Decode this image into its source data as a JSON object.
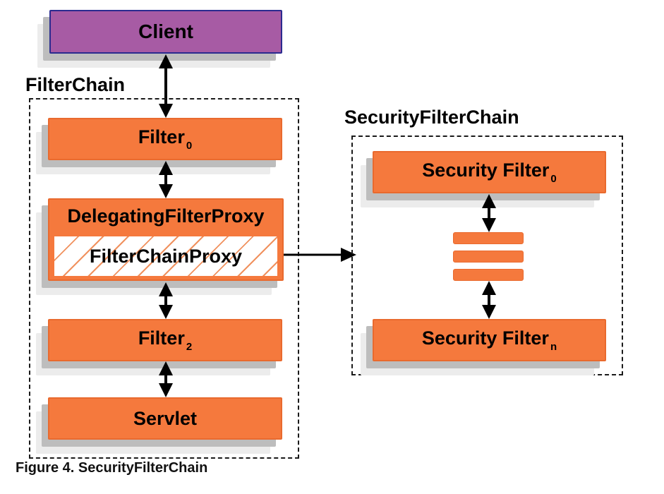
{
  "diagram": {
    "client_label": "Client",
    "filter_chain": {
      "title": "FilterChain",
      "filter0": {
        "base": "Filter",
        "sub": "0"
      },
      "delegating_filter_proxy_label": "DelegatingFilterProxy",
      "filter_chain_proxy_label": "FilterChainProxy",
      "filter2": {
        "base": "Filter",
        "sub": "2"
      },
      "servlet_label": "Servlet"
    },
    "security_filter_chain": {
      "title": "SecurityFilterChain",
      "filter0": {
        "base": "Security Filter",
        "sub": "0"
      },
      "filtern": {
        "base": "Security Filter",
        "sub": "n"
      },
      "stack_bar_count": 3
    },
    "caption": "Figure 4. SecurityFilterChain",
    "colors": {
      "box_orange": "#f5793d",
      "box_orange_border": "#e96a2e",
      "hatch_line_orange": "#f0915e",
      "client_purple": "#a75ba4",
      "client_border_navy": "#2b2b8f",
      "shadow_gray": "#bdbdbd",
      "shadow_light_gray": "#ececec",
      "arrow_black": "#000000",
      "dashed_border": "#1a1a1a"
    }
  }
}
